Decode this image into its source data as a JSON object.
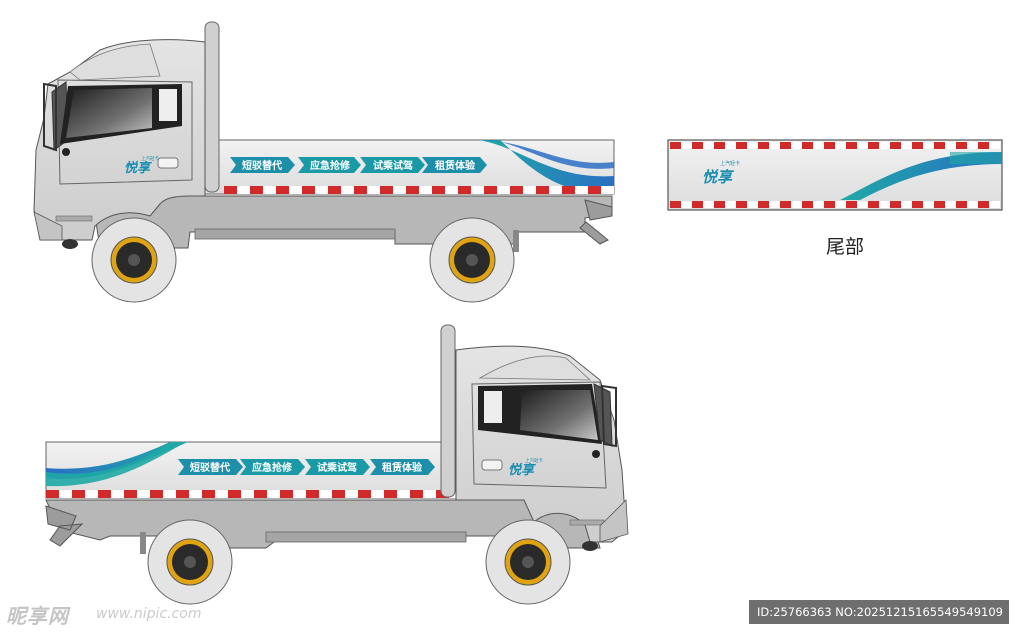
{
  "slogans": [
    "短驳替代",
    "应急抢修",
    "试乘试驾",
    "租赁体验"
  ],
  "brand_mark": "悦享",
  "brand_small_text": "上汽轻卡",
  "rear_caption": "尾部",
  "watermark": {
    "logo_text": "昵享网",
    "url": "www.nipic.com",
    "id_text": "ID:25766363 NO:20251215165549549109"
  },
  "colors": {
    "body": "#d9d9d9",
    "chassis": "#b7b7b7",
    "teal": "#17a5a7",
    "blue": "#2576c2",
    "stripe_red": "#d12a2a",
    "wheel_rim": "#e0a412",
    "window": "#3c3c3c",
    "outline": "#555555"
  }
}
